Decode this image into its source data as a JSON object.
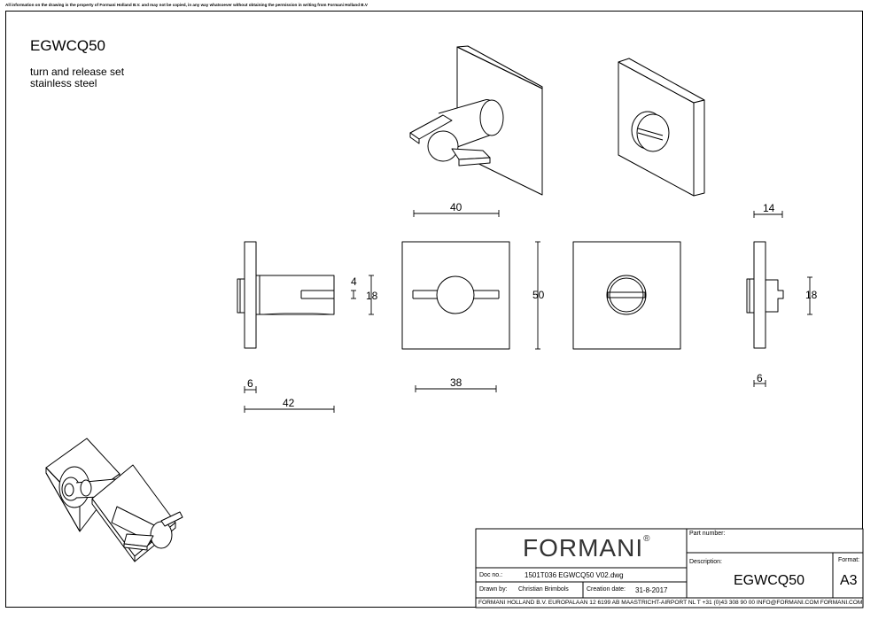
{
  "notice": "All information on the drawing is the property of Formani Holland B.V. and may not be copied, in any way whatsoever without obtaining the permission in writing from Formani Holland B.V",
  "header": {
    "title": "EGWCQ50",
    "subtitle_1": "turn and release set",
    "subtitle_2": "stainless steel"
  },
  "dimensions": {
    "d40": "40",
    "d14": "14",
    "d4": "4",
    "d18_left": "18",
    "d50": "50",
    "d18_right": "18",
    "d6_left": "6",
    "d42": "42",
    "d38": "38",
    "d6_right": "6"
  },
  "title_block": {
    "logo": "FORMANI",
    "logo_mark": "®",
    "part_number_label": "Part number:",
    "description_label": "Description:",
    "format_label": "Format:",
    "doc_no_label": "Doc no.:",
    "doc_no": "1501T036 EGWCQ50 V02.dwg",
    "drawn_by_label": "Drawn by:",
    "drawn_by": "Christian Brimbols",
    "creation_date_label": "Creation date:",
    "creation_date": "31-8-2017",
    "description": "EGWCQ50",
    "format": "A3",
    "footer": "FORMANI HOLLAND B.V.  EUROPALAAN 12  6199 AB MAASTRICHT-AIRPORT NL  T +31 (0)43 308 90 00 INFO@FORMANI.COM FORMANI.COM"
  }
}
